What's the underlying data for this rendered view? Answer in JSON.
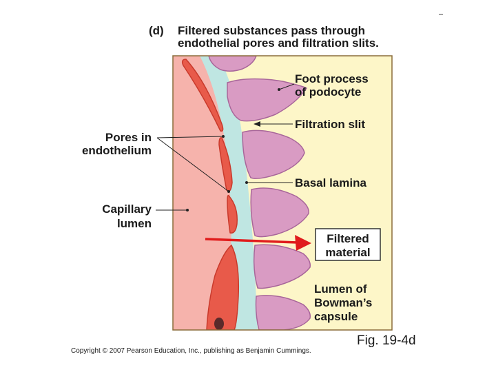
{
  "figure": {
    "panel_letter": "(d)",
    "heading_line1": "Filtered substances pass through",
    "heading_line2": "endothelial pores and filtration slits.",
    "figure_number": "Fig. 19-4d",
    "copyright": "Copyright © 2007 Pearson Education, Inc., publishing as Benjamin Cummings."
  },
  "labels": {
    "foot_process_1": "Foot process",
    "foot_process_2": "of podocyte",
    "filtration_slit": "Filtration slit",
    "pores_1": "Pores in",
    "pores_2": "endothelium",
    "basal_lamina": "Basal lamina",
    "capillary_1": "Capillary",
    "capillary_2": "lumen",
    "filtered_1": "Filtered",
    "filtered_2": "material",
    "bowman_1": "Lumen of",
    "bowman_2": "Bowman’s",
    "bowman_3": "capsule"
  },
  "colors": {
    "capillary_lumen": "#f6b3ac",
    "endothelium": "#e85a4a",
    "endothelium_edge": "#c93a2c",
    "basal_lamina": "#bfe6e2",
    "bowman_space": "#fdf6c8",
    "podocyte": "#d99bc3",
    "podocyte_edge": "#a8669a",
    "arrow": "#e01c1c",
    "frame": "#8a6c3a",
    "callout_box": "#333333"
  }
}
